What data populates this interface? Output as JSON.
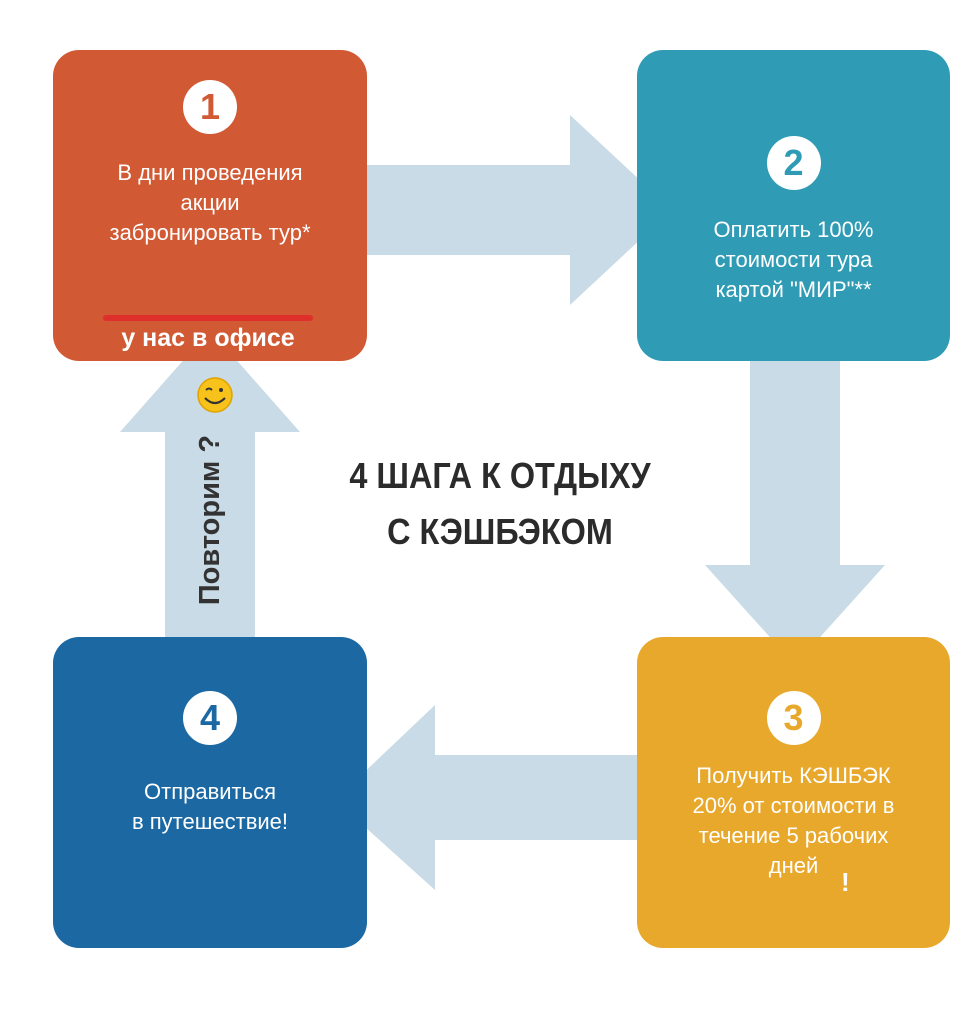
{
  "center_title": {
    "line1": "4 ШАГА К ОТДЫХУ",
    "line2": "С КЭШБЭКОМ"
  },
  "steps": [
    {
      "number": "1",
      "text": "В дни проведения\nакции\nзабронировать тур*",
      "highlight": "у нас в офисе",
      "color": "#d15a34"
    },
    {
      "number": "2",
      "text": "Оплатить 100%\nстоимости тура\nкартой \"МИР\"**",
      "color": "#2f9bb5"
    },
    {
      "number": "3",
      "text": "Получить КЭШБЭК\n20% от стоимости в\nтечение 5 рабочих\nдней",
      "suffix": "!",
      "color": "#e7a82c"
    },
    {
      "number": "4",
      "text": "Отправиться\nв путешествие!",
      "color": "#1b68a2"
    }
  ],
  "repeat_label": "Повторим ?",
  "colors": {
    "arrow": "#c8dbe6",
    "highlight_underline": "#e02a2a"
  }
}
